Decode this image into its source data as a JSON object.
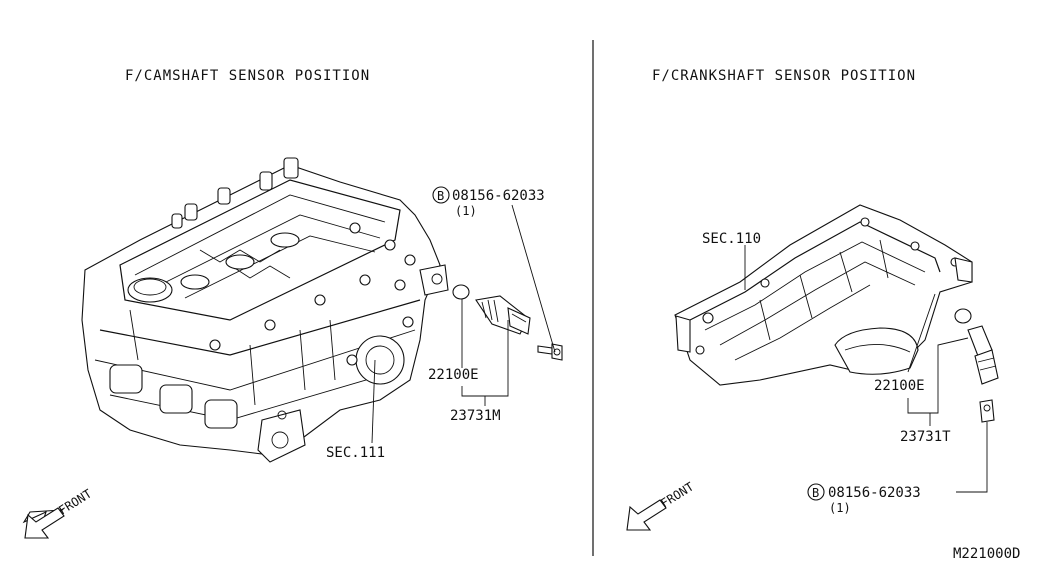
{
  "left_panel": {
    "title": "F/CAMSHAFT SENSOR POSITION",
    "bolt_part": "08156-62033",
    "bolt_qty": "(1)",
    "oring_part": "22100E",
    "sensor_part": "23731M",
    "section_ref": "SEC.111",
    "front_label": "FRONT"
  },
  "right_panel": {
    "title": "F/CRANKSHAFT SENSOR POSITION",
    "section_ref": "SEC.110",
    "oring_part": "22100E",
    "sensor_part": "23731T",
    "bolt_part": "08156-62033",
    "bolt_qty": "(1)",
    "front_label": "FRONT"
  },
  "bolt_symbol": "B",
  "diagram_code": "M221000D"
}
